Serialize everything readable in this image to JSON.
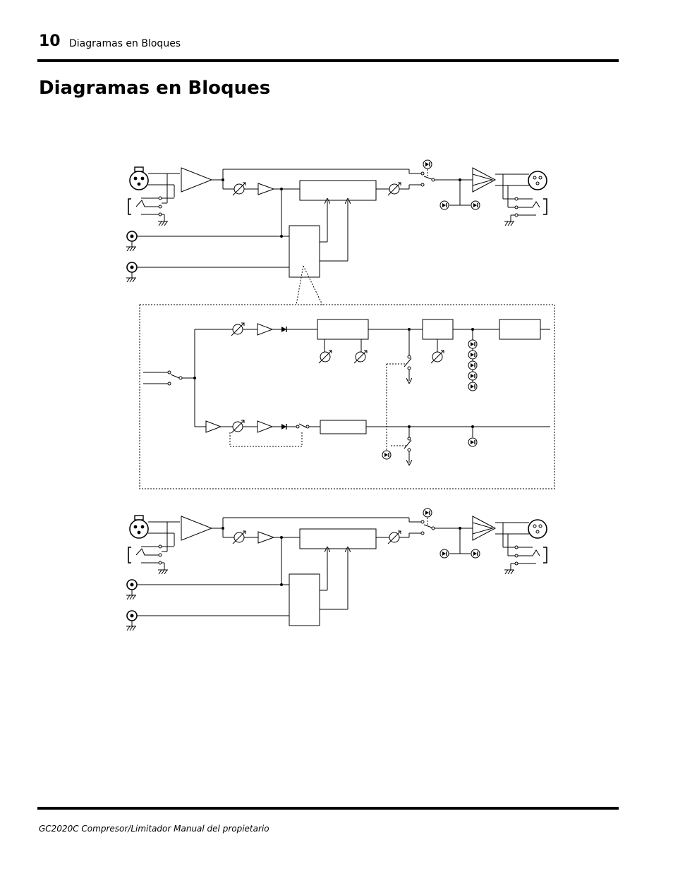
{
  "header": {
    "page_number": "10",
    "running_head": "Diagramas en Bloques"
  },
  "main": {
    "title": "Diagramas en Bloques"
  },
  "footer": {
    "text": "GC2020C Compresor/Limitador Manual del propietario"
  }
}
